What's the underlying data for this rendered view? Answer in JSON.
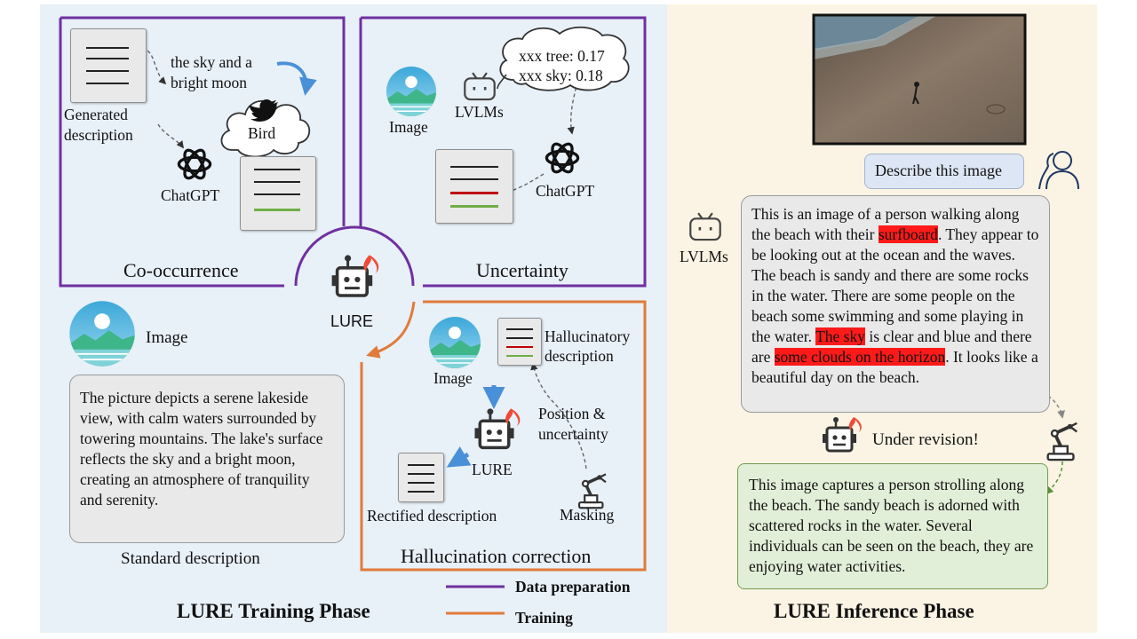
{
  "training": {
    "phase_title": "LURE Training Phase",
    "cooccurrence": {
      "caption": "Co-occurrence",
      "bubble_text": "the sky and a bright moon",
      "generated_label": "Generated description",
      "cloud_label": "Bird",
      "chatgpt_label": "ChatGPT"
    },
    "uncertainty": {
      "caption": "Uncertainty",
      "image_label": "Image",
      "lvlm_label": "LVLMs",
      "cloud_line1": "xxx tree: 0.17",
      "cloud_line2": "xxx sky: 0.18",
      "chatgpt_label": "ChatGPT"
    },
    "center_label": "LURE",
    "standard": {
      "image_label": "Image",
      "text": "The picture depicts a serene lakeside view, with calm waters surrounded by towering mountains. The lake's surface reflects the sky and a bright moon, creating an atmosphere of tranquility and serenity.",
      "caption": "Standard description"
    },
    "correction": {
      "caption": "Hallucination correction",
      "image_label": "Image",
      "hallucinatory_label": "Hallucinatory description",
      "lure_label": "LURE",
      "position_label": "Position & uncertainty",
      "rectified_label": "Rectified description",
      "masking_label": "Masking"
    },
    "legend": [
      {
        "label": "Data preparation",
        "color": "#7030a0"
      },
      {
        "label": "Training",
        "color": "#e07b39"
      }
    ]
  },
  "inference": {
    "phase_title": "LURE Inference Phase",
    "prompt": "Describe this image",
    "lvlm_label": "LVLMs",
    "response": {
      "seg1": "This is an image of a person walking along the beach with their ",
      "hl1": "surfboard",
      "seg2": ". They appear to be looking out at the ocean and the waves. The beach is sandy and there are some rocks in the water. There are some people on the beach some swimming and some playing in the water. ",
      "hl2": "The sky",
      "seg3": " is clear and blue and there are ",
      "hl3": "some clouds on the horizon",
      "seg4": ". It looks like a beautiful day on the beach."
    },
    "revision_label": "Under revision!",
    "revised": "This image captures a person strolling along the beach. The sandy beach is adorned with scattered rocks in the water. Several individuals can be seen on the beach, they are enjoying water activities."
  },
  "colors": {
    "data_preparation": "#7030a0",
    "training": "#e07b39",
    "hallucination_highlight": "#ff1a1a",
    "correct_line": "#70ad47",
    "wrong_line": "#c00000"
  }
}
